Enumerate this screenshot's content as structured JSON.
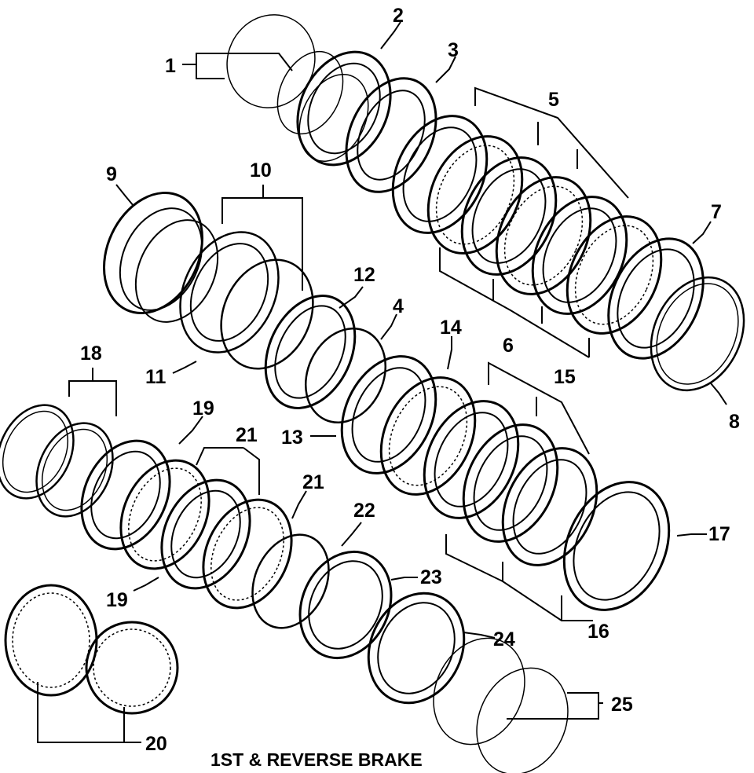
{
  "diagram": {
    "caption": "1ST & REVERSE BRAKE",
    "callouts": [
      "1",
      "2",
      "3",
      "5",
      "7",
      "9",
      "10",
      "12",
      "4",
      "14",
      "6",
      "11",
      "8",
      "13",
      "15",
      "18",
      "19",
      "21",
      "21",
      "22",
      "17",
      "23",
      "19",
      "16",
      "24",
      "25",
      "20"
    ]
  },
  "style": {
    "ink": "#000000",
    "paper": "#ffffff"
  }
}
